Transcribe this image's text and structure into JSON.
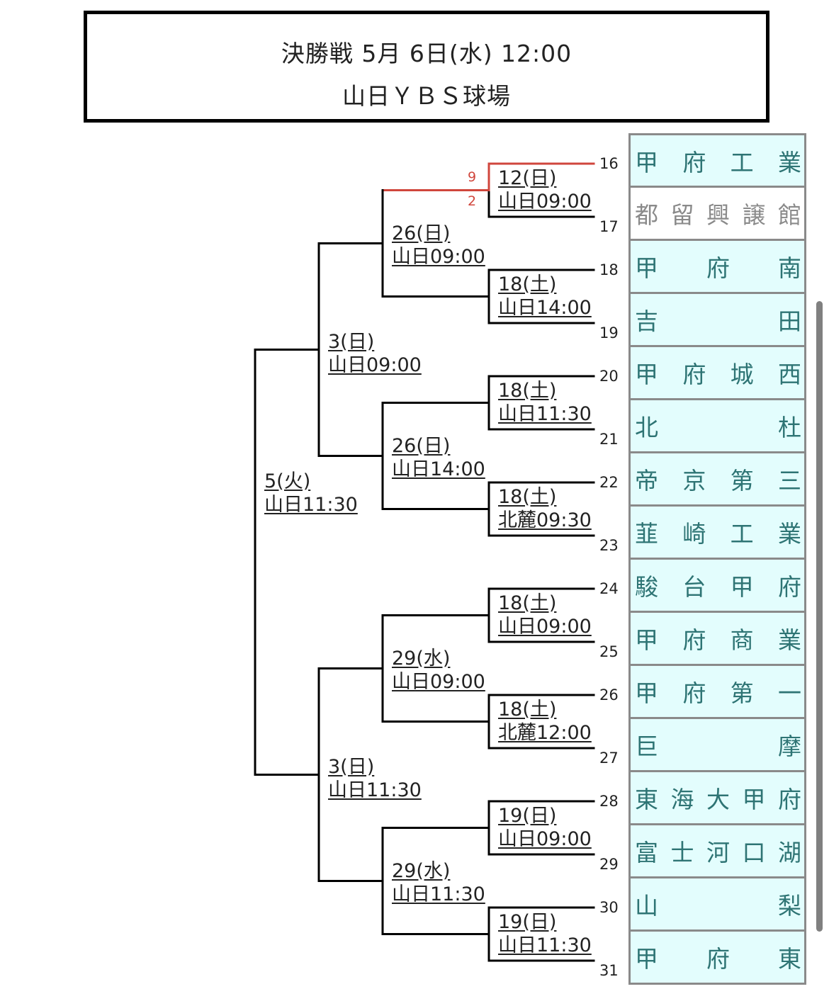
{
  "header": {
    "line1": "決勝戦 5月 6日(水) 12:00",
    "line2": "山日ＹＢＳ球場"
  },
  "bracket": {
    "final": {
      "date": "5(火)",
      "venue_time": "山日11:30"
    },
    "semifinals": [
      {
        "date": "3(日)",
        "venue_time": "山日09:00"
      },
      {
        "date": "3(日)",
        "venue_time": "山日11:30"
      }
    ],
    "quarterfinals": [
      {
        "date": "26(日)",
        "venue_time": "山日09:00"
      },
      {
        "date": "26(日)",
        "venue_time": "山日14:00"
      },
      {
        "date": "29(水)",
        "venue_time": "山日09:00"
      },
      {
        "date": "29(水)",
        "venue_time": "山日11:30"
      }
    ],
    "first_round": [
      {
        "date": "12(日)",
        "venue_time": "山日09:00",
        "score_top": "9",
        "score_bottom": "2",
        "winner": "top"
      },
      {
        "date": "18(土)",
        "venue_time": "山日14:00"
      },
      {
        "date": "18(土)",
        "venue_time": "山日11:30"
      },
      {
        "date": "18(土)",
        "venue_time": "北麓09:30"
      },
      {
        "date": "18(土)",
        "venue_time": "山日09:00"
      },
      {
        "date": "18(土)",
        "venue_time": "北麓12:00"
      },
      {
        "date": "19(日)",
        "venue_time": "山日09:00"
      },
      {
        "date": "19(日)",
        "venue_time": "山日11:30"
      }
    ],
    "winner_line_color": "#d0463c",
    "line_color": "#000000"
  },
  "teams": [
    {
      "seed": "16",
      "name": [
        "甲",
        "府",
        "工",
        "業"
      ],
      "lost": false
    },
    {
      "seed": "17",
      "name": [
        "都",
        "留",
        "興",
        "譲",
        "館"
      ],
      "lost": true
    },
    {
      "seed": "18",
      "name": [
        "甲",
        "府",
        "南"
      ],
      "lost": false
    },
    {
      "seed": "19",
      "name": [
        "吉",
        "田"
      ],
      "lost": false
    },
    {
      "seed": "20",
      "name": [
        "甲",
        "府",
        "城",
        "西"
      ],
      "lost": false
    },
    {
      "seed": "21",
      "name": [
        "北",
        "杜"
      ],
      "lost": false
    },
    {
      "seed": "22",
      "name": [
        "帝",
        "京",
        "第",
        "三"
      ],
      "lost": false
    },
    {
      "seed": "23",
      "name": [
        "韮",
        "崎",
        "工",
        "業"
      ],
      "lost": false
    },
    {
      "seed": "24",
      "name": [
        "駿",
        "台",
        "甲",
        "府"
      ],
      "lost": false
    },
    {
      "seed": "25",
      "name": [
        "甲",
        "府",
        "商",
        "業"
      ],
      "lost": false
    },
    {
      "seed": "26",
      "name": [
        "甲",
        "府",
        "第",
        "一"
      ],
      "lost": false
    },
    {
      "seed": "27",
      "name": [
        "巨",
        "摩"
      ],
      "lost": false
    },
    {
      "seed": "28",
      "name": [
        "東",
        "海",
        "大",
        "甲",
        "府"
      ],
      "lost": false
    },
    {
      "seed": "29",
      "name": [
        "富",
        "士",
        "河",
        "口",
        "湖"
      ],
      "lost": false
    },
    {
      "seed": "30",
      "name": [
        "山",
        "梨"
      ],
      "lost": false
    },
    {
      "seed": "31",
      "name": [
        "甲",
        "府",
        "東"
      ],
      "lost": false
    }
  ],
  "colors": {
    "team_bg": "#e3fdfd",
    "team_text": "#2e7474",
    "lost_team_bg": "#ffffff",
    "lost_team_text": "#8a8a8a"
  }
}
